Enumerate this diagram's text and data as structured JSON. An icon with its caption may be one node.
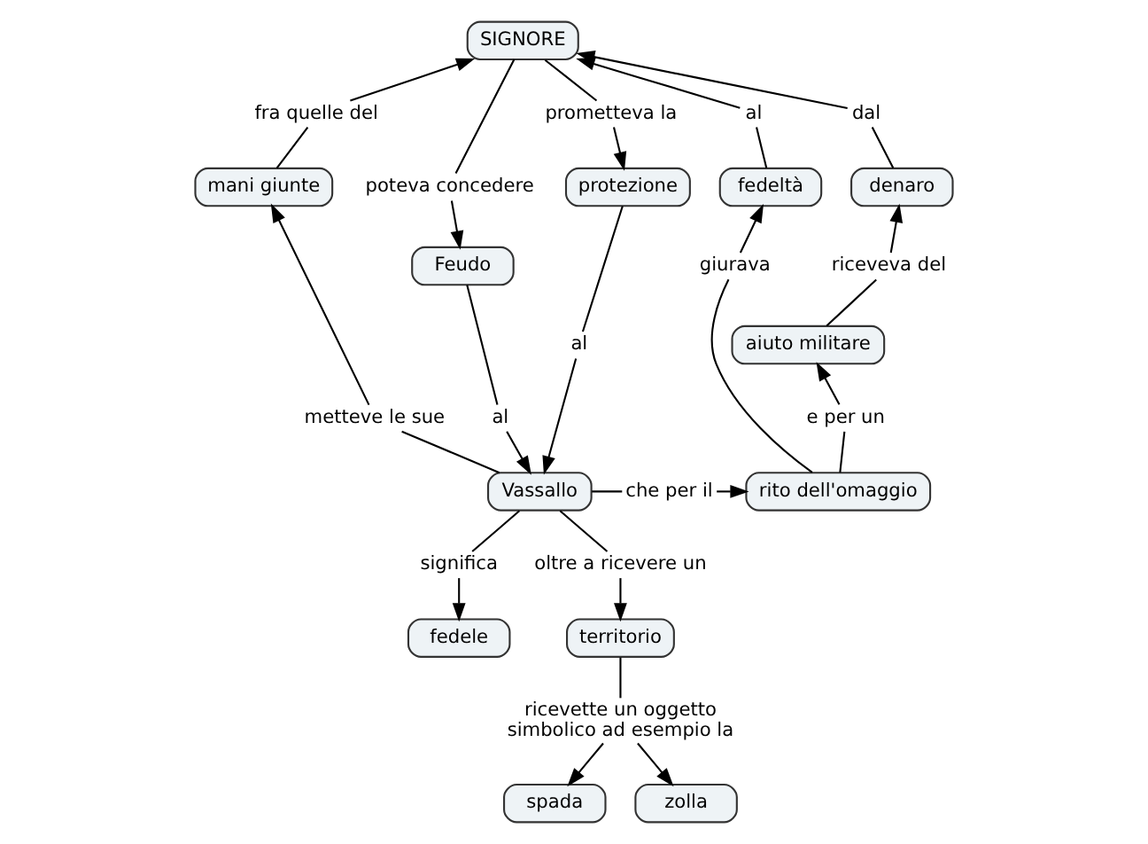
{
  "diagram": {
    "nodes": [
      {
        "text": [
          "SIGNORE"
        ]
      },
      {
        "text": [
          "dal"
        ]
      },
      {
        "text": [
          "fra quelle del"
        ]
      },
      {
        "text": [
          "prometteva la"
        ]
      },
      {
        "text": [
          "poteva concedere"
        ]
      },
      {
        "text": [
          "denaro"
        ]
      },
      {
        "text": [
          "al"
        ]
      },
      {
        "text": [
          "mani giunte"
        ]
      },
      {
        "text": [
          "protezione"
        ]
      },
      {
        "text": [
          "riceveva del"
        ]
      },
      {
        "text": [
          "Feudo"
        ]
      },
      {
        "text": [
          "fedeltà"
        ]
      },
      {
        "text": [
          "aiuto militare"
        ]
      },
      {
        "text": [
          "giurava"
        ]
      },
      {
        "text": [
          "al"
        ]
      },
      {
        "text": [
          "e per un"
        ]
      },
      {
        "text": [
          "al"
        ]
      },
      {
        "text": [
          "metteve le sue"
        ]
      },
      {
        "text": [
          "Vassallo"
        ]
      },
      {
        "text": [
          "che per il"
        ]
      },
      {
        "text": [
          "rito dell'omaggio"
        ]
      },
      {
        "text": [
          "significa"
        ]
      },
      {
        "text": [
          "oltre a ricevere un"
        ]
      },
      {
        "text": [
          "fedele"
        ]
      },
      {
        "text": [
          "territorio"
        ]
      },
      {
        "text": [
          "ricevette un oggetto simbolico ad esempio la"
        ]
      },
      {
        "text": [
          "spada"
        ]
      },
      {
        "text": [
          "zolla"
        ]
      }
    ],
    "edges": [
      {
        "from": 0,
        "to": 4,
        "arrow": "none"
      },
      {
        "from": 4,
        "to": 10,
        "arrow": "to"
      },
      {
        "from": 0,
        "to": 3,
        "arrow": "none"
      },
      {
        "from": 3,
        "to": 8,
        "arrow": "to"
      },
      {
        "from": 8,
        "to": 14,
        "arrow": "none"
      },
      {
        "from": 14,
        "to": 18,
        "arrow": "to"
      },
      {
        "from": 10,
        "to": 16,
        "arrow": "none"
      },
      {
        "from": 16,
        "to": 18,
        "arrow": "to"
      },
      {
        "from": 18,
        "to": 17,
        "arrow": "none"
      },
      {
        "from": 17,
        "to": 7,
        "arrow": "to"
      },
      {
        "from": 7,
        "to": 2,
        "arrow": "none"
      },
      {
        "from": 2,
        "to": 0,
        "arrow": "to"
      },
      {
        "from": 18,
        "to": 19,
        "arrow": "none"
      },
      {
        "from": 19,
        "to": 20,
        "arrow": "to"
      },
      {
        "from": 20,
        "to": 13,
        "arrow": "none"
      },
      {
        "from": 13,
        "to": 11,
        "arrow": "to"
      },
      {
        "from": 11,
        "to": 6,
        "arrow": "none"
      },
      {
        "from": 6,
        "to": 0,
        "arrow": "to"
      },
      {
        "from": 20,
        "to": 15,
        "arrow": "none"
      },
      {
        "from": 15,
        "to": 12,
        "arrow": "to"
      },
      {
        "from": 12,
        "to": 9,
        "arrow": "none"
      },
      {
        "from": 9,
        "to": 5,
        "arrow": "to"
      },
      {
        "from": 5,
        "to": 1,
        "arrow": "none"
      },
      {
        "from": 1,
        "to": 0,
        "arrow": "to"
      },
      {
        "from": 18,
        "to": 21,
        "arrow": "none"
      },
      {
        "from": 21,
        "to": 23,
        "arrow": "to"
      },
      {
        "from": 18,
        "to": 22,
        "arrow": "none"
      },
      {
        "from": 22,
        "to": 24,
        "arrow": "to"
      },
      {
        "from": 24,
        "to": 25,
        "arrow": "none"
      },
      {
        "from": 25,
        "to": 26,
        "arrow": "to"
      },
      {
        "from": 25,
        "to": 27,
        "arrow": "to"
      }
    ]
  }
}
